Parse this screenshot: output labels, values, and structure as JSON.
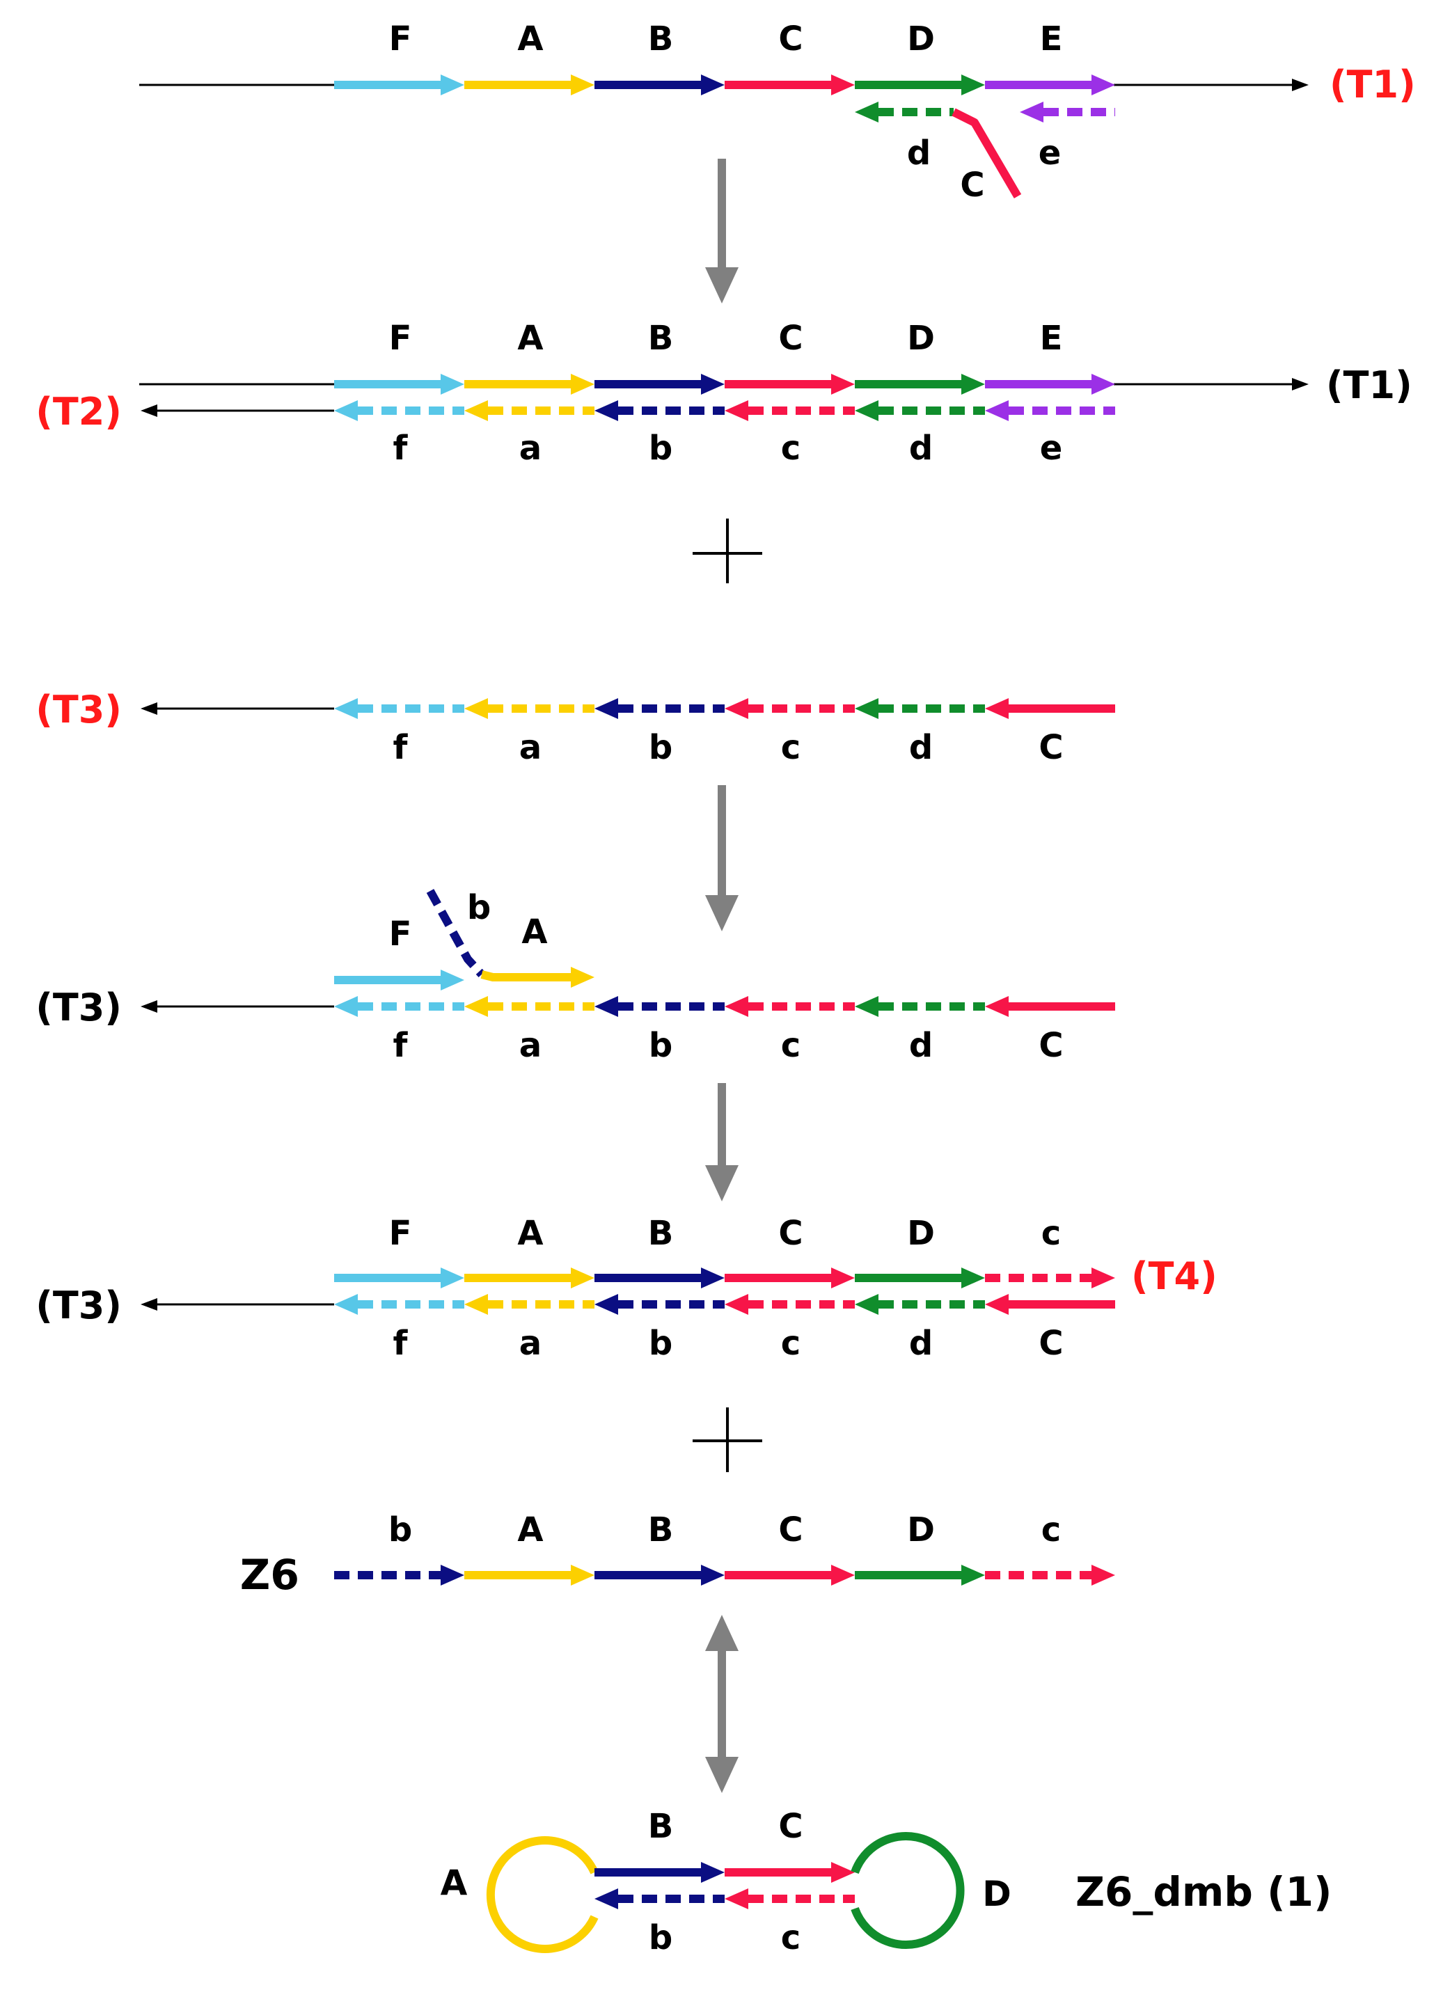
{
  "colors": {
    "F": "#58c7e8",
    "A": "#fcd000",
    "B": "#0b0e82",
    "C": "#f71548",
    "D": "#108d2c",
    "E": "#9b30e6",
    "red_label": "#ff1a1a",
    "black": "#000000",
    "gray_arrow": "#808080"
  },
  "stage1": {
    "top_labels": [
      "F",
      "A",
      "B",
      "C",
      "D",
      "E"
    ],
    "strand_label": "(T1)",
    "invader_labels": [
      "d",
      "e",
      "C"
    ]
  },
  "stage2": {
    "top_labels": [
      "F",
      "A",
      "B",
      "C",
      "D",
      "E"
    ],
    "bottom_labels": [
      "f",
      "a",
      "b",
      "c",
      "d",
      "e"
    ],
    "left_label": "(T2)",
    "right_label": "(T1)"
  },
  "stage3": {
    "bottom_labels": [
      "f",
      "a",
      "b",
      "c",
      "d",
      "C"
    ],
    "left_label": "(T3)"
  },
  "stage4": {
    "top_labels": [
      "F",
      "b",
      "A"
    ],
    "bottom_labels": [
      "f",
      "a",
      "b",
      "c",
      "d",
      "C"
    ],
    "left_label": "(T3)"
  },
  "stage5": {
    "top_labels": [
      "F",
      "A",
      "B",
      "C",
      "D",
      "c"
    ],
    "bottom_labels": [
      "f",
      "a",
      "b",
      "c",
      "d",
      "C"
    ],
    "left_label": "(T3)",
    "right_label": "(T4)"
  },
  "stage6": {
    "top_labels": [
      "b",
      "A",
      "B",
      "C",
      "D",
      "c"
    ],
    "left_label": "Z6"
  },
  "stage7": {
    "top_labels": [
      "B",
      "C"
    ],
    "bottom_labels": [
      "b",
      "c"
    ],
    "loop_left": "A",
    "loop_right": "D",
    "name": "Z6_dmb (1)"
  }
}
